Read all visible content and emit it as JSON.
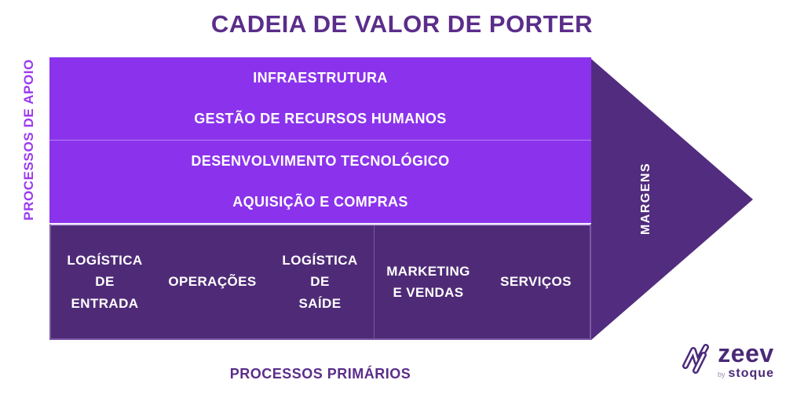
{
  "title": "CADEIA DE VALOR DE PORTER",
  "support_processes": {
    "axis_label": "PROCESSOS DE APOIO",
    "rows": [
      "INFRAESTRUTURA",
      "GESTÃO DE RECURSOS HUMANOS",
      "DESENVOLVIMENTO TECNOLÓGICO",
      "AQUISIÇÃO E COMPRAS"
    ]
  },
  "primary_processes": {
    "axis_label": "PROCESSOS PRIMÁRIOS",
    "cells": [
      "LOGÍSTICA\nDE\nENTRADA",
      "OPERAÇÕES",
      "LOGÍSTICA\nDE\nSAÍDE",
      "MARKETING\nE VENDAS",
      "SERVIÇOS"
    ]
  },
  "arrow": {
    "label": "MARGENS"
  },
  "logo": {
    "icon": "zeev-zigzag-icon",
    "brand": "zeev",
    "byline_prefix": "by",
    "byline_company": "stoque"
  },
  "colors": {
    "title_text": "#5B2D8A",
    "support_box": "#8B33EC",
    "support_label": "#9B3AF0",
    "primary_box": "#4F2B77",
    "arrow": "#522C7E",
    "text_on_purple": "#FFFFFF",
    "logo_purple": "#4A2A78"
  }
}
